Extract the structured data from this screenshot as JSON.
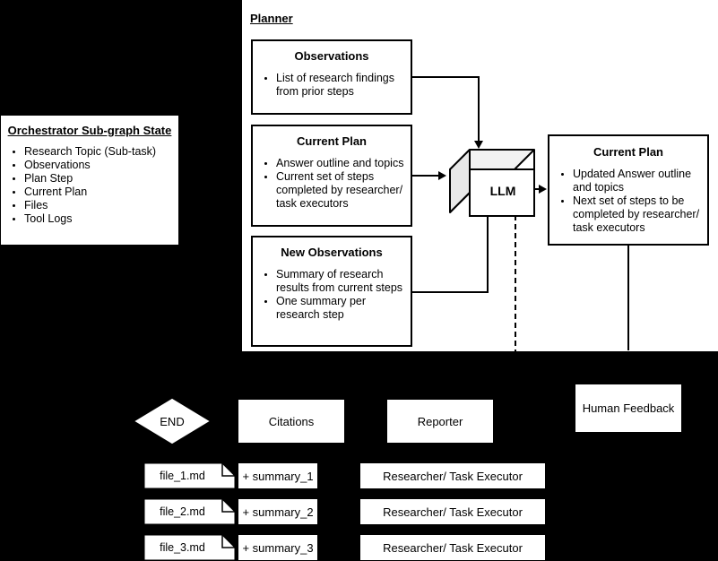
{
  "diagram": {
    "background": "#000000",
    "surface": "#ffffff",
    "stroke": "#000000",
    "title": "Planner sub-graph / Orchestrator state diagram"
  },
  "state_panel": {
    "heading": "Orchestrator Sub-graph State",
    "items": [
      "Research Topic (Sub-task)",
      "Observations",
      "Plan Step",
      "Current Plan",
      "Files",
      "Tool Logs"
    ]
  },
  "planner": {
    "label": "Planner",
    "observations": {
      "title": "Observations",
      "items": [
        "List of research findings from prior steps"
      ]
    },
    "current_plan_in": {
      "title": "Current Plan",
      "items": [
        "Answer outline and topics",
        "Current set of steps completed by researcher/ task executors"
      ]
    },
    "new_observations": {
      "title": "New Observations",
      "items": [
        "Summary of research results from current steps",
        "One summary per research step"
      ]
    },
    "llm": {
      "label": "LLM",
      "top_face_color": "#f2f2f2",
      "side_face_color": "#e6e6e6"
    },
    "current_plan_out": {
      "title": "Current Plan",
      "items": [
        "Updated Answer outline and topics",
        "Next set of steps to be completed by researcher/ task executors"
      ]
    }
  },
  "nodes": {
    "end": "END",
    "citations": "Citations",
    "reporter": "Reporter",
    "human_feedback": "Human Feedback"
  },
  "rows": [
    {
      "file": "file_1.md",
      "summary": "+ summary_1",
      "executor": "Researcher/ Task Executor"
    },
    {
      "file": "file_2.md",
      "summary": "+ summary_2",
      "executor": "Researcher/ Task Executor"
    },
    {
      "file": "file_3.md",
      "summary": "+ summary_3",
      "executor": "Researcher/ Task Executor"
    }
  ]
}
